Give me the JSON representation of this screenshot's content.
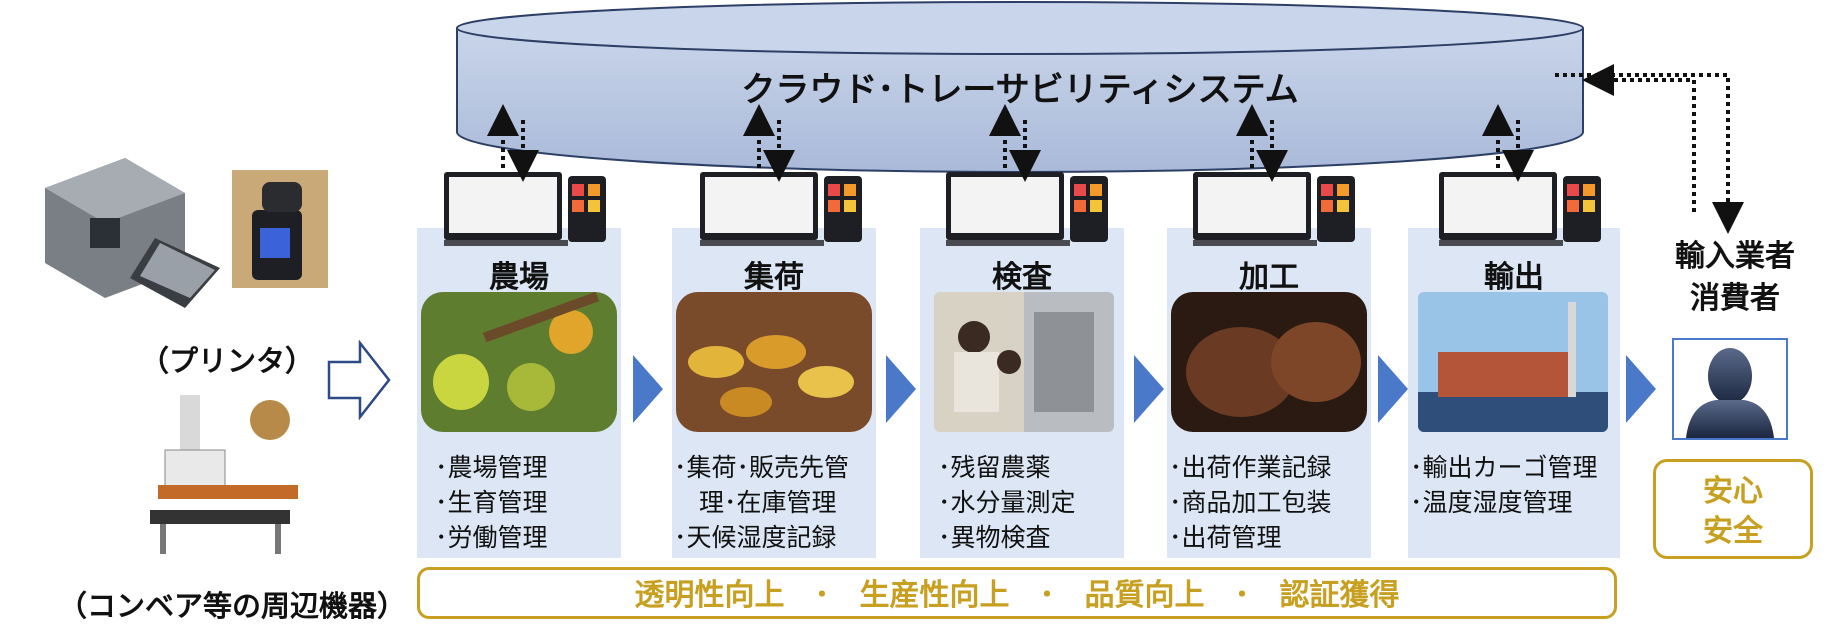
{
  "cloud": {
    "title": "クラウド･トレーサビリティシステム"
  },
  "left": {
    "printer_label": "（プリンタ）",
    "peripheral_label": "（コンベア等の周辺機器）"
  },
  "stages": [
    {
      "title": "農場",
      "bullets": [
        "･農場管理",
        "･生育管理",
        "･労働管理"
      ]
    },
    {
      "title": "集荷",
      "bullets": [
        "･集荷･販売先管",
        "　理･在庫管理",
        "･天候湿度記録"
      ]
    },
    {
      "title": "検査",
      "bullets": [
        "･残留農薬",
        "･水分量測定",
        "･異物検査"
      ]
    },
    {
      "title": "加工",
      "bullets": [
        "･出荷作業記録",
        "･商品加工包装",
        "･出荷管理"
      ]
    },
    {
      "title": "輸出",
      "bullets": [
        "･輸出カーゴ管理",
        "･温度湿度管理"
      ]
    }
  ],
  "importer": {
    "line1": "輸入業者",
    "line2": "消費者"
  },
  "safety": {
    "line1": "安心",
    "line2": "安全"
  },
  "banner": {
    "text": "透明性向上　･　生産性向上　･　品質向上　･　認証獲得"
  },
  "colors": {
    "cloud_fill": "#b8c6e0",
    "panel": "#dce6f4",
    "arrow": "#4a79c9",
    "gold": "#c8a021"
  }
}
